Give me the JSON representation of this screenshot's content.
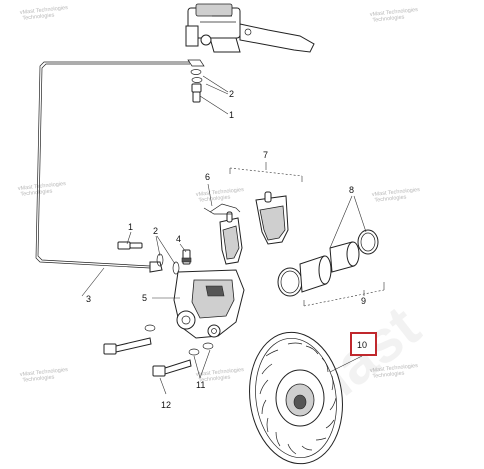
{
  "callouts": {
    "c1a": "1",
    "c1b": "1",
    "c2a": "2",
    "c2b": "2",
    "c3": "3",
    "c4": "4",
    "c5": "5",
    "c6": "6",
    "c7": "7",
    "c8": "8",
    "c9": "9",
    "c10": "10",
    "c11": "11",
    "c12": "12"
  },
  "highlight_color": "#c0282d",
  "watermark": {
    "line1": "vMast Technologies",
    "line2": "Technologies"
  }
}
